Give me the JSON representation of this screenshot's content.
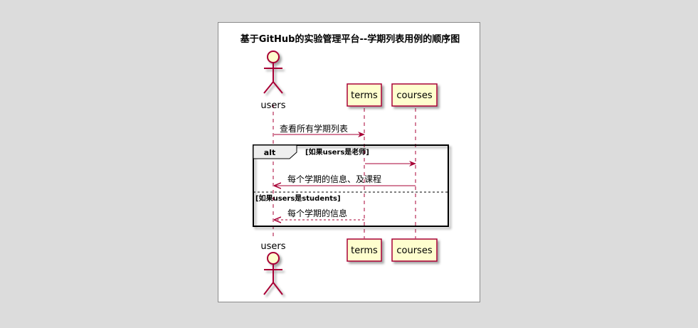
{
  "diagram": {
    "title": "基于GitHub的实验管理平台--学期列表用例的顺序图",
    "participants": {
      "users": "users",
      "terms": "terms",
      "courses": "courses"
    },
    "alt": {
      "keyword": "alt",
      "guard_1": "[如果users是老师]",
      "guard_2": "[如果users是students]"
    },
    "messages": {
      "m1": "查看所有学期列表",
      "m2": "",
      "m3": "每个学期的信息、及课程",
      "m4": "每个学期的信息"
    },
    "colors": {
      "lifeline": "#a80036",
      "participant_fill": "#fefece",
      "participant_border": "#a80036",
      "alt_border": "#000000",
      "alt_tab_fill": "#eeeeee",
      "canvas": "#ffffff",
      "viewer_background": "#dcdcdc"
    }
  }
}
